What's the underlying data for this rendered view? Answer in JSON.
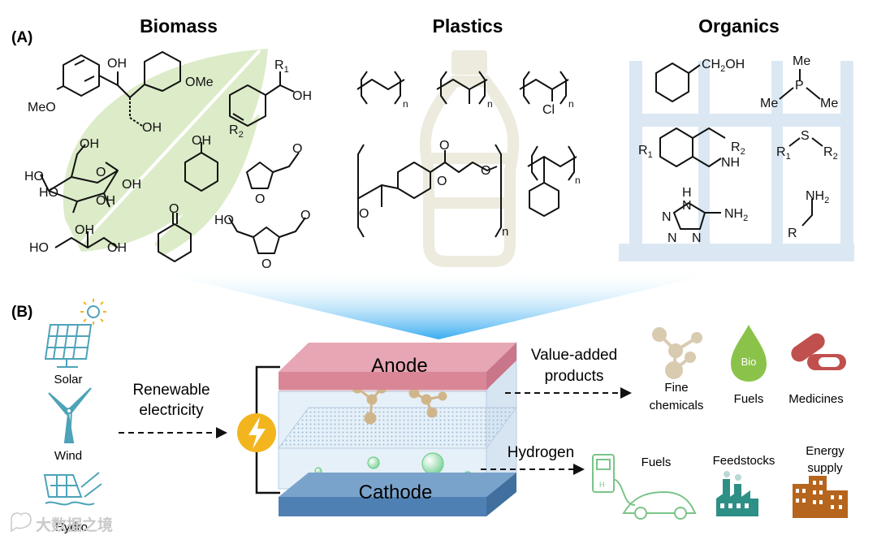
{
  "panel_a": {
    "label": "(A)",
    "headings": {
      "biomass": "Biomass",
      "plastics": "Plastics",
      "organics": "Organics"
    },
    "atoms": {
      "oh": "OH",
      "meo": "MeO",
      "ome": "OMe",
      "r1": "R",
      "r2": "R",
      "sub1": "1",
      "sub2": "2",
      "o": "O",
      "ho": "HO",
      "cl": "Cl",
      "n": "n",
      "ch2oh": "CH",
      "ch2oh_b": "OH",
      "sub_h2": "2",
      "me": "Me",
      "p": "P",
      "s": "S",
      "nh": "NH",
      "nh2": "NH",
      "h": "H",
      "nn": "N"
    }
  },
  "panel_b": {
    "label": "(B)",
    "sources": {
      "solar": "Solar",
      "wind": "Wind",
      "hydro": "Hydro"
    },
    "renewable": {
      "line1": "Renewable",
      "line2": "electricity"
    },
    "anode": "Anode",
    "cathode": "Cathode",
    "value_added": {
      "line1": "Value-added",
      "line2": "products"
    },
    "hydrogen": "Hydrogen",
    "products_top": {
      "fine": "Fine",
      "chemicals": "chemicals",
      "fuels": "Fuels",
      "bio": "Bio",
      "medicines": "Medicines"
    },
    "products_bottom": {
      "fuels": "Fuels",
      "feedstocks": "Feedstocks",
      "energy1": "Energy",
      "energy2": "supply",
      "h2": "H"
    }
  },
  "watermark": "大数据之境",
  "colors": {
    "biomass_leaf": "#dcebc8",
    "anode": "#e19aa8",
    "cathode": "#5f8fbe",
    "accent_teal": "#4da3b8",
    "lightning": "#f2b51d",
    "green_product": "#8bc34a",
    "red_product": "#c0504d",
    "brown_building": "#b5651d",
    "beaker": "#dbe8f4"
  }
}
